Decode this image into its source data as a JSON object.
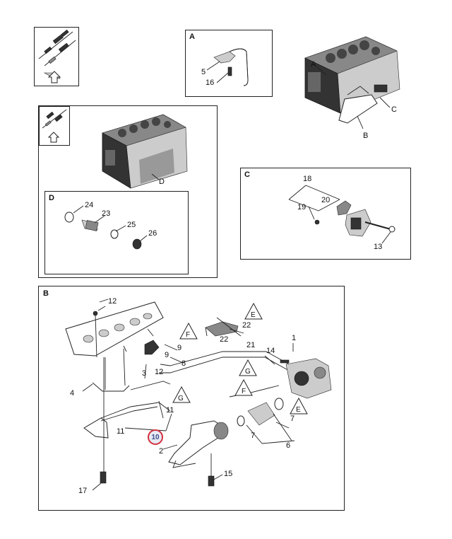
{
  "panels": {
    "A": {
      "label": "A",
      "callouts": [
        "5",
        "16"
      ]
    },
    "C": {
      "label": "C",
      "callouts": [
        "18",
        "20",
        "19",
        "13"
      ]
    },
    "D": {
      "label": "D",
      "callouts": [
        "24",
        "23",
        "25",
        "26"
      ]
    },
    "B": {
      "label": "B",
      "callouts": [
        "12",
        "22",
        "E",
        "F",
        "22",
        "21",
        "9",
        "9",
        "8",
        "1",
        "14",
        "G",
        "F",
        "E",
        "4",
        "3",
        "12",
        "G",
        "11",
        "11",
        "7",
        "7",
        "6",
        "2",
        "10",
        "15",
        "17"
      ]
    }
  },
  "engine_top": {
    "markers": [
      "A",
      "B",
      "C"
    ]
  },
  "engine_mid": {
    "marker": "D"
  },
  "highlighted_callout": "10",
  "colors": {
    "highlight_ring": "#d23040",
    "highlight_fill": "#e6e9f2"
  }
}
